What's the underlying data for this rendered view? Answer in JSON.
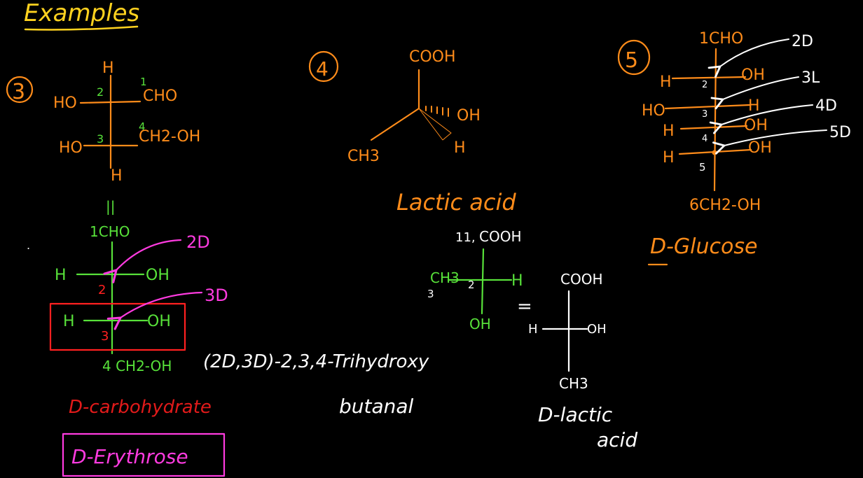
{
  "title": "Examples",
  "colors": {
    "orange": "#ff8c1a",
    "yellow": "#ffd21f",
    "green": "#58e23a",
    "red": "#ff2020",
    "magenta": "#ff3be0",
    "white": "#ffffff",
    "background": "#000000"
  },
  "ex3": {
    "number": "3",
    "top_h": "H",
    "left1": "HO",
    "left2": "HO",
    "num2": "2",
    "num3": "3",
    "num1": "1",
    "num4": "4",
    "right1": "CHO",
    "right2": "CH2-OH",
    "bottom_h": "H",
    "equals": "||"
  },
  "fischer3": {
    "top": "1CHO",
    "row1_left": "H",
    "row1_right": "OH",
    "num2": "2",
    "row2_left": "H",
    "row2_right": "OH",
    "num3": "3",
    "bottom": "4 CH2-OH",
    "ann1": "2D",
    "ann2": "3D",
    "carb_label": "D-carbohydrate",
    "name": "D-Erythrose"
  },
  "iupac": {
    "line1": "(2D,3D)-2,3,4-Trihydroxy",
    "line2": "butanal"
  },
  "ex4": {
    "number": "4",
    "top": "COOH",
    "right_oh": "OH",
    "right_h": "H",
    "left": "CH3",
    "name": "Lactic acid"
  },
  "lactic_fischer": {
    "marker": "11,",
    "top": "COOH",
    "left": "CH3",
    "num2": "2",
    "num3": "3",
    "right": "H",
    "bottom": "OH",
    "equals": "=",
    "w_top": "COOH",
    "w_left": "H",
    "w_right": "OH",
    "w_bottom": "CH3",
    "name_line1": "D-lactic",
    "name_line2": "acid"
  },
  "ex5": {
    "number": "5",
    "top": "1CHO",
    "r1_left": "H",
    "r1_right": "OH",
    "r1_num": "2",
    "r2_left": "HO",
    "r2_right": "H",
    "r2_num": "3",
    "r3_left": "H",
    "r3_right": "OH",
    "r3_num": "4",
    "r4_left": "H",
    "r4_right": "OH",
    "r4_num": "5",
    "bottom": "6CH2-OH",
    "ann_2d": "2D",
    "ann_3l": "3L",
    "ann_4d": "4D",
    "ann_5d": "5D",
    "name": "D-Glucose"
  },
  "dot": "."
}
